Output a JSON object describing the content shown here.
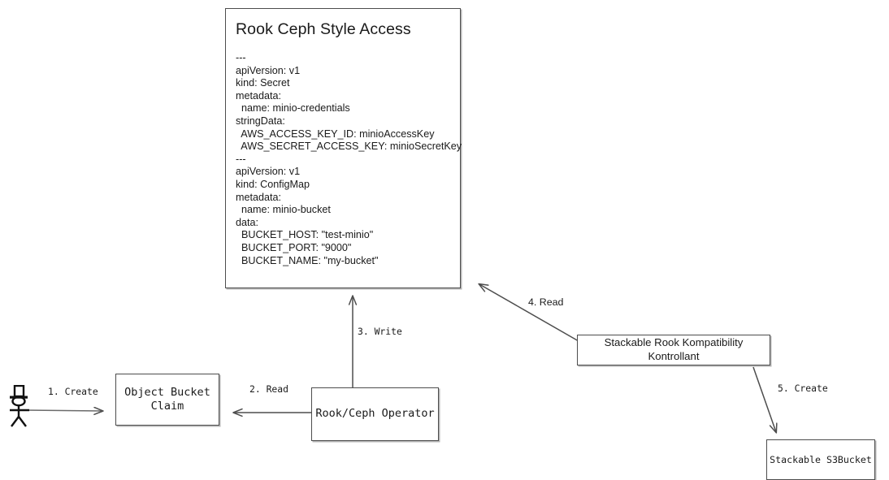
{
  "diagram": {
    "title": "Rook Ceph Style Access flow",
    "stroke_color": "#4d4d4d",
    "text_color": "#1a1a1a",
    "background": "#ffffff"
  },
  "yaml_card": {
    "title": "Rook Ceph Style Access",
    "body": "---\napiVersion: v1\nkind: Secret\nmetadata:\n  name: minio-credentials\nstringData:\n  AWS_ACCESS_KEY_ID: minioAccessKey\n  AWS_SECRET_ACCESS_KEY: minioSecretKey\n---\napiVersion: v1\nkind: ConfigMap\nmetadata:\n  name: minio-bucket\ndata:\n  BUCKET_HOST: \"test-minio\"\n  BUCKET_PORT: \"9000\"\n  BUCKET_NAME: \"my-bucket\""
  },
  "nodes": {
    "actor": "user-actor-icon",
    "object_bucket_claim": "Object Bucket\nClaim",
    "object_bucket_claim_line1": "Object Bucket",
    "object_bucket_claim_line2": "Claim",
    "operator": "Rook/Ceph Operator",
    "srkk": "Stackable Rook Kompatibility Kontrollant",
    "s3bucket": "Stackable S3Bucket"
  },
  "edges": [
    {
      "label": "1. Create",
      "from": "actor",
      "to": "object_bucket_claim"
    },
    {
      "label": "2. Read",
      "from": "operator",
      "to": "object_bucket_claim"
    },
    {
      "label": "3. Write",
      "from": "operator",
      "to": "yaml_card"
    },
    {
      "label": "4. Read",
      "from": "srkk",
      "to": "yaml_card"
    },
    {
      "label": "5. Create",
      "from": "srkk",
      "to": "s3bucket"
    }
  ]
}
